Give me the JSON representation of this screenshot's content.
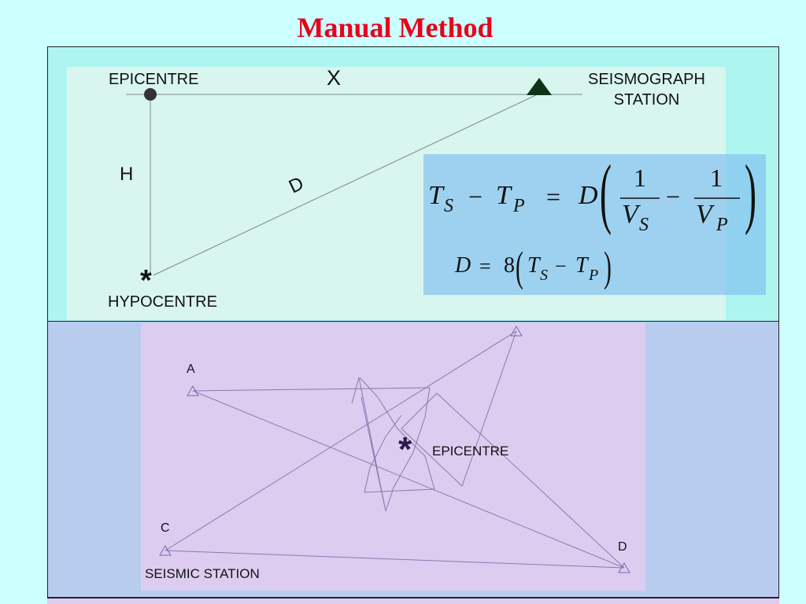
{
  "title": "Manual  Method",
  "top_diagram": {
    "epicentre_label": "EPICENTRE",
    "x_label": "X",
    "station_label_line1": "SEISMOGRAPH",
    "station_label_line2": "STATION",
    "h_label": "H",
    "d_label": "D",
    "hypocentre_symbol": "*",
    "hypocentre_label": "HYPOCENTRE",
    "icons": {
      "epicentre": "filled-circle-icon",
      "station": "filled-triangle-icon",
      "hypocentre": "asterisk-icon"
    },
    "formula": {
      "eq1": "T_S - T_P = D ( 1/V_S - 1/V_P )",
      "eq2": "D = 8 ( T_S - T_P )",
      "t": "T",
      "s": "S",
      "p": "P",
      "v": "V",
      "d": "D",
      "one": "1",
      "minus": "−",
      "equals": "=",
      "eight": "8"
    }
  },
  "bottom_diagram": {
    "station_a": "A",
    "station_c": "C",
    "station_d": "D",
    "epicentre_symbol": "*",
    "epicentre_label": "EPICENTRE",
    "seismic_station_label": "SEISMIC STATION",
    "icons": {
      "station": "outline-triangle-icon"
    }
  },
  "colors": {
    "title": "#e8001c",
    "background": "#ccffff",
    "top_panel": "#aef5f0",
    "top_inner": "#d8f5ee",
    "formula_box": "#87c3f0",
    "bottom_panel": "#b8ccf0",
    "bottom_inner": "#dccdf0",
    "bottom_lines": "#8a78b0"
  }
}
